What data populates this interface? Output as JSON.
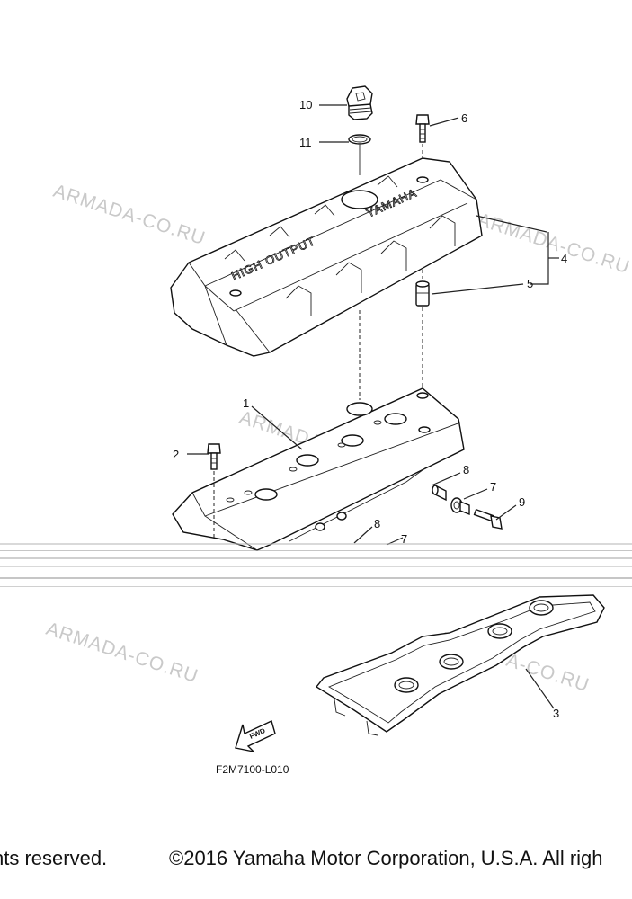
{
  "watermark": "ARMADA-CO.RU",
  "cover_texts": {
    "brand": "YAMAHA",
    "model": "HIGH OUTPUT"
  },
  "callouts": [
    "1",
    "2",
    "3",
    "4",
    "5",
    "6",
    "7",
    "8",
    "9",
    "10",
    "11",
    "7",
    "8"
  ],
  "fwd_label": "FWD",
  "diagram_code": "F2M7100-L010",
  "copyright": {
    "left_fragment": "nts reserved.",
    "right_fragment": "©2016 Yamaha Motor Corporation, U.S.A. All righ"
  }
}
